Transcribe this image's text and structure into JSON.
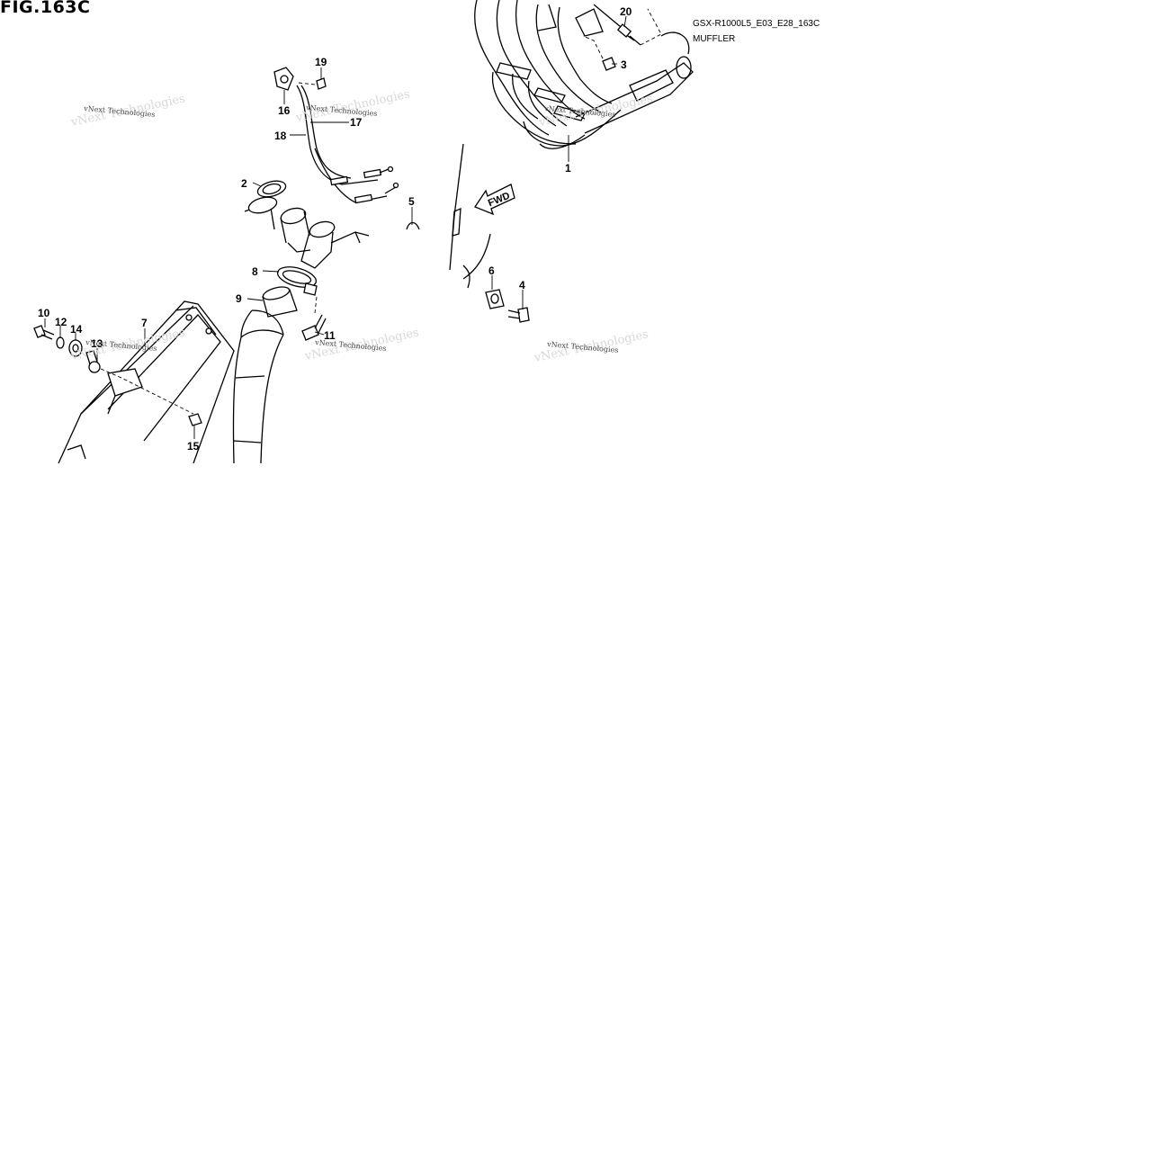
{
  "figure": {
    "title": "FIG.163C",
    "code": "GSX-R1000L5_E03_E28_163C",
    "section": "MUFFLER"
  },
  "fwd_label": "FWD",
  "watermark": "vNext Technologies",
  "callouts": [
    "1",
    "2",
    "3",
    "4",
    "5",
    "6",
    "7",
    "8",
    "9",
    "10",
    "11",
    "12",
    "13",
    "14",
    "15",
    "16",
    "17",
    "18",
    "19",
    "20"
  ]
}
